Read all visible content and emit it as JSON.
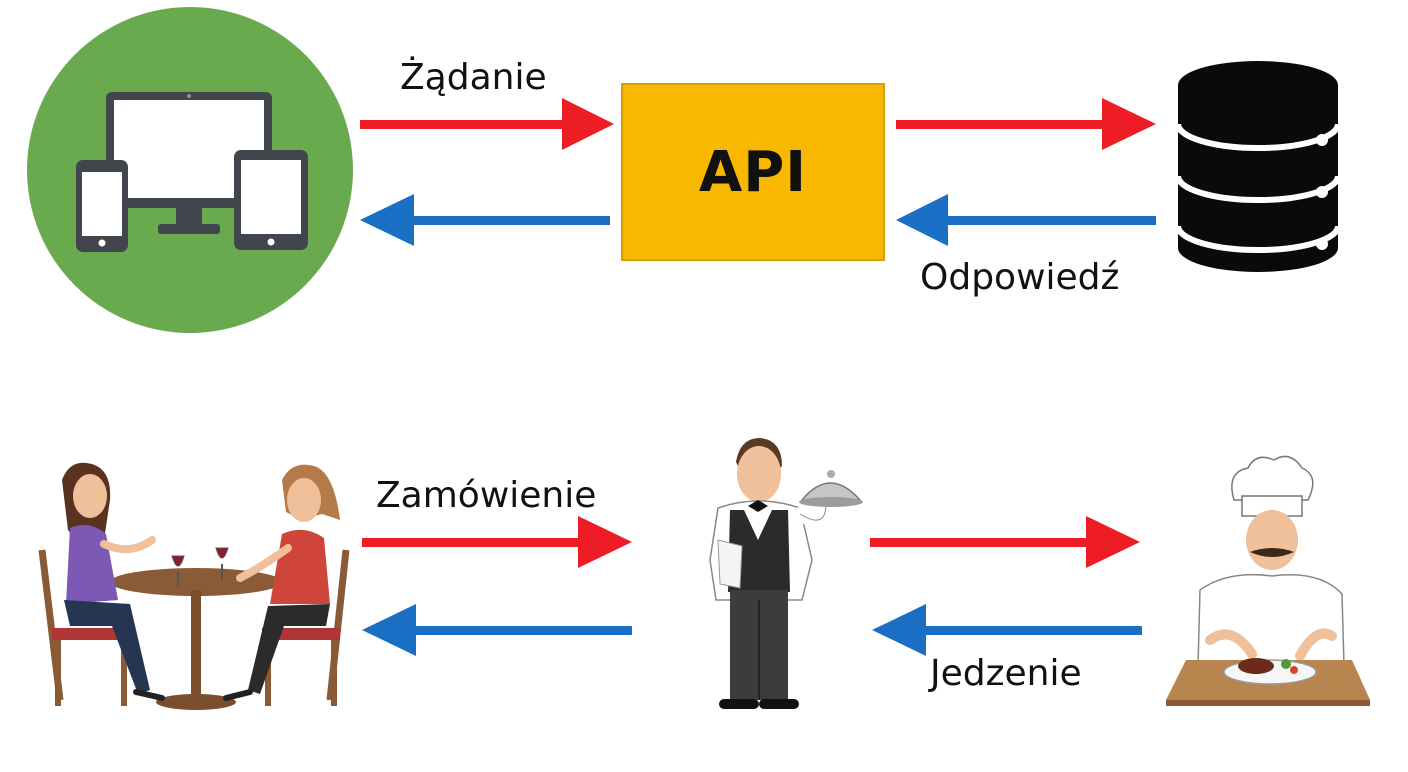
{
  "colors": {
    "request_arrow": "#ee1c25",
    "response_arrow": "#1a6fc4",
    "client_circle": "#6aaa4f",
    "device_frame": "#41464d",
    "api_box": "#f8b800",
    "database": "#0a0a0a",
    "waiter_vest": "#2b2b2b",
    "chef_board": "#b8854f"
  },
  "top_row": {
    "client_icon": "devices-icon",
    "request_label": "Żądanie",
    "api_label": "API",
    "response_label": "Odpowiedź",
    "server_icon": "database-icon"
  },
  "bottom_row": {
    "customers_icon": "restaurant-table-icon",
    "order_label": "Zamówienie",
    "waiter_icon": "waiter-icon",
    "food_label": "Jedzenie",
    "chef_icon": "chef-icon"
  }
}
